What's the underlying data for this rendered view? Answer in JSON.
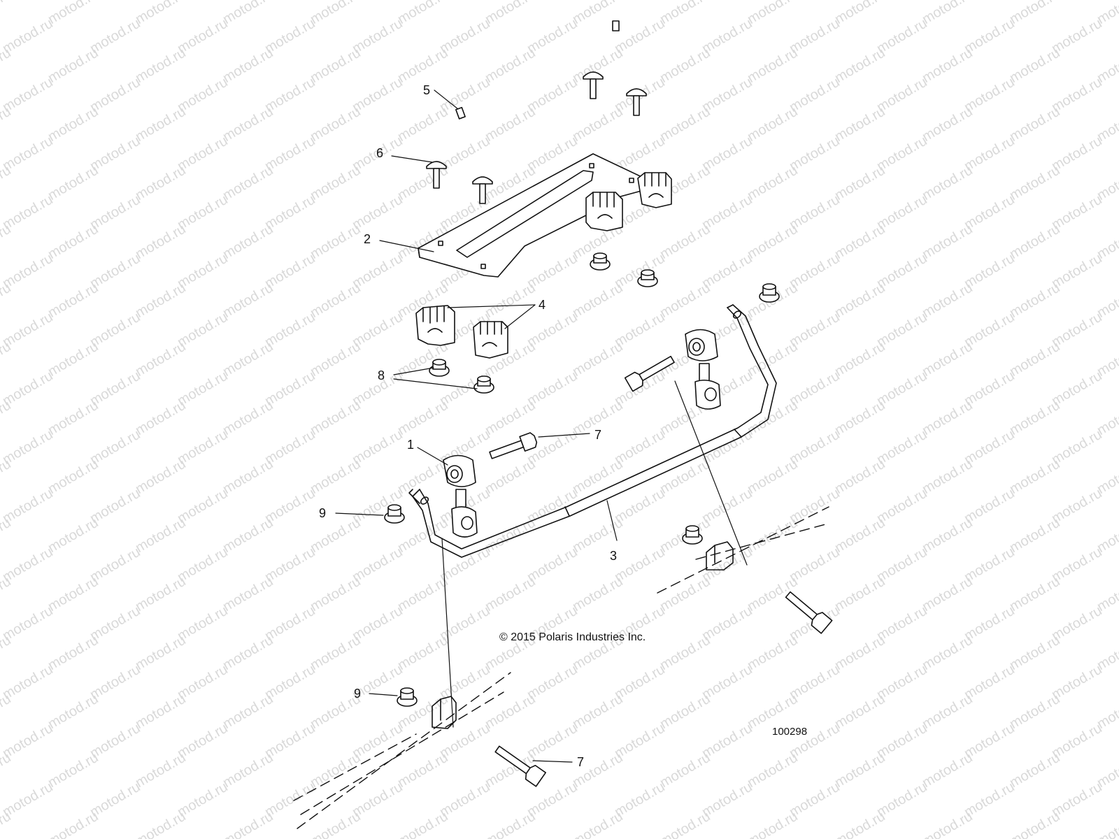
{
  "watermark": "motod.ru",
  "copyright": "© 2015 Polaris Industries Inc.",
  "diagram_number": "100298",
  "callouts": {
    "c1": "1",
    "c2": "2",
    "c3": "3",
    "c4": "4",
    "c5": "5",
    "c6": "6",
    "c7a": "7",
    "c7b": "7",
    "c8": "8",
    "c9a": "9",
    "c9b": "9"
  }
}
